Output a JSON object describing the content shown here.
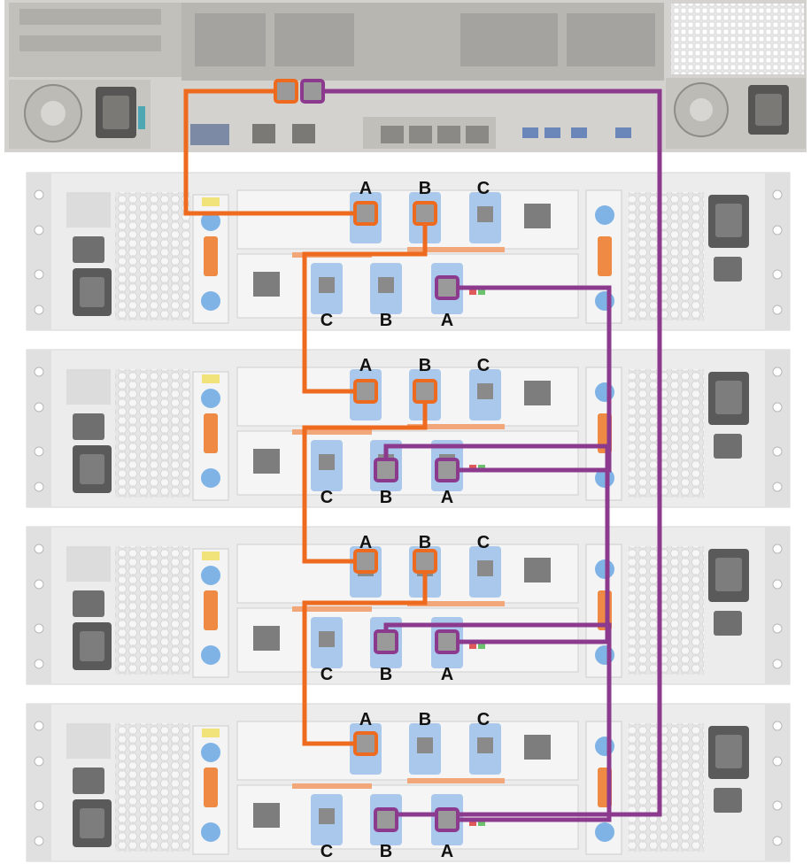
{
  "colors": {
    "cable_a": "#ee6a1f",
    "cable_b": "#8c3a8e",
    "port_highlight": "#5b9bd5",
    "chassis": "#e9e9e9",
    "server": "#d8d6d2"
  },
  "shelves": [
    {
      "upper_module": {
        "ports": [
          "A",
          "B",
          "C"
        ]
      },
      "lower_module": {
        "ports": [
          "C",
          "B",
          "A"
        ]
      }
    },
    {
      "upper_module": {
        "ports": [
          "A",
          "B",
          "C"
        ]
      },
      "lower_module": {
        "ports": [
          "C",
          "B",
          "A"
        ]
      }
    },
    {
      "upper_module": {
        "ports": [
          "A",
          "B",
          "C"
        ]
      },
      "lower_module": {
        "ports": [
          "C",
          "B",
          "A"
        ]
      }
    },
    {
      "upper_module": {
        "ports": [
          "A",
          "B",
          "C"
        ]
      },
      "lower_module": {
        "ports": [
          "C",
          "B",
          "A"
        ]
      }
    }
  ],
  "icons": {
    "power_inlet": "power-inlet-icon",
    "fan": "fan-icon",
    "network_port": "ethernet-port-icon"
  }
}
